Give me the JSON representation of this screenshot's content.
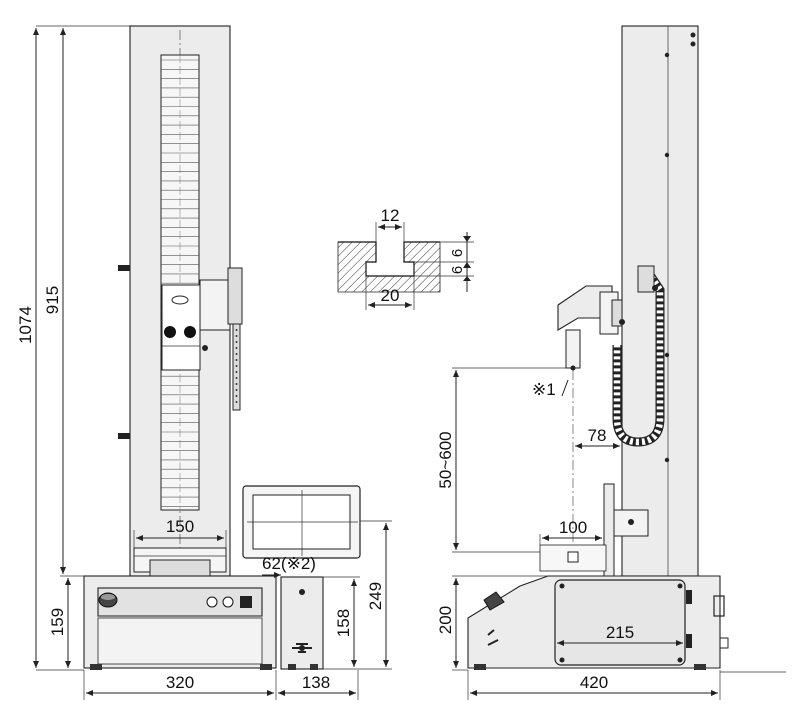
{
  "drawing": {
    "front_view": {
      "overall_height": "1074",
      "stroke_height": "915",
      "column_width": "150",
      "base_height": "159",
      "base_width": "320",
      "controller_width": "138",
      "controller_height": "158",
      "display_height": "249",
      "offset_note": "62(※2)"
    },
    "slot_detail": {
      "slot_width": "12",
      "slot_depth": "6",
      "slot_depth_2": "6",
      "slot_bottom_width": "20"
    },
    "side_view": {
      "note_marker": "※1",
      "table_distance": "50~600",
      "throat": "78",
      "table_width": "100",
      "base_height": "200",
      "base_depth": "215",
      "overall_depth": "420"
    }
  }
}
